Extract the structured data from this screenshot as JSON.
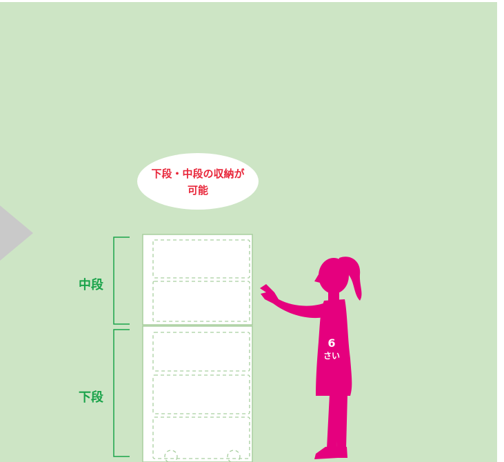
{
  "colors": {
    "background": "#cde5c5",
    "accent_green": "#1aa34a",
    "callout_text": "#e8263a",
    "figure_magenta": "#e5007e",
    "shelf_outline": "#a8cf9f",
    "arrow_gray": "#c9c9c9"
  },
  "callout": {
    "line1": "下段・中段の収納が",
    "line2": "可能"
  },
  "labels": {
    "middle": "中段",
    "lower": "下段"
  },
  "figure": {
    "age_number": "6",
    "age_unit": "さい"
  },
  "icons": [
    "arrow-right-icon",
    "child-silhouette-icon"
  ]
}
